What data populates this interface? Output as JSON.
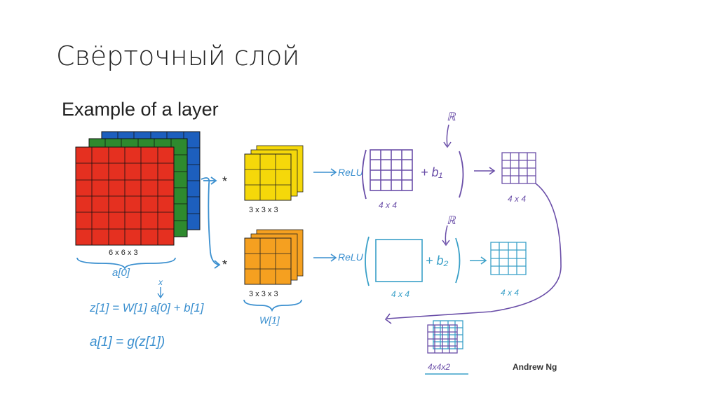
{
  "slide": {
    "title": "Свёрточный слой"
  },
  "figure": {
    "subtitle": "Example of a layer",
    "input_label": "6 x 6 x 3",
    "input_notation": "a[0]",
    "filter1_label": "3 x 3 x 3",
    "filter2_label": "3 x 3 x 3",
    "filter_notation": "W[1]",
    "conv_operator": "*",
    "activation_fn": "ReLU",
    "bias1": "+ b₁",
    "bias2": "+ b₂",
    "bias_domain": "ℝ",
    "size_4x4": "4 x 4",
    "size_output": "4x4x2",
    "eq1": "z[1] = W[1] a[0] + b[1]",
    "eq2": "a[1] = g(z[1])",
    "x_marker": "x",
    "credit": "Andrew Ng"
  },
  "colors": {
    "red": "#e53020",
    "green": "#2e8a2e",
    "blue": "#1d5fbe",
    "yellow": "#f5d80a",
    "orange": "#f5a020",
    "ink_blue": "#3a8fcf",
    "ink_purple": "#6a4ea8",
    "ink_teal": "#3aa0c8"
  }
}
